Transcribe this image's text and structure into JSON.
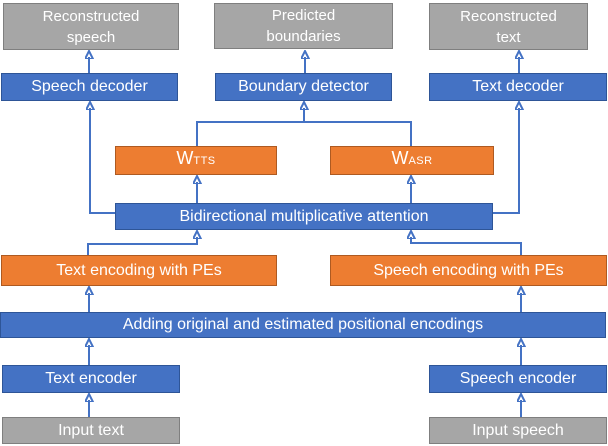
{
  "diagram": {
    "type": "model-architecture-flow-diagram",
    "colors": {
      "block_blue": "#4472C4",
      "block_blue_border": "#2E5597",
      "block_orange": "#ED7D31",
      "block_orange_border": "#AE5A21",
      "block_gray": "#A6A6A6",
      "block_gray_border": "#7F7F7F",
      "connector": "#4472C4",
      "text": "#FFFFFF"
    },
    "nodes": {
      "reconstructed_speech": {
        "line1": "Reconstructed",
        "line2": "speech"
      },
      "predicted_boundaries": {
        "line1": "Predicted",
        "line2": "boundaries"
      },
      "reconstructed_text": {
        "line1": "Reconstructed",
        "line2": "text"
      },
      "speech_decoder": {
        "label": "Speech decoder"
      },
      "boundary_detector": {
        "label": "Boundary detector"
      },
      "text_decoder": {
        "label": "Text decoder"
      },
      "w_tts": {
        "main": "W",
        "sub": "TTS"
      },
      "w_asr": {
        "main": "W",
        "sub": "ASR"
      },
      "attention": {
        "label": "Bidirectional multiplicative attention"
      },
      "text_encoding": {
        "label": "Text encoding with PEs"
      },
      "speech_encoding": {
        "label": "Speech encoding with PEs"
      },
      "adding_pe": {
        "label": "Adding original and estimated positional encodings"
      },
      "text_encoder": {
        "label": "Text encoder"
      },
      "speech_encoder": {
        "label": "Speech encoder"
      },
      "input_text": {
        "label": "Input text"
      },
      "input_speech": {
        "label": "Input speech"
      }
    },
    "edges": [
      "input_text -> text_encoder",
      "text_encoder -> adding_pe",
      "adding_pe -> text_encoding",
      "text_encoding -> attention",
      "attention -> speech_decoder",
      "speech_decoder -> reconstructed_speech",
      "attention -> w_tts",
      "attention -> w_asr",
      "w_tts -> boundary_detector",
      "w_asr -> boundary_detector",
      "boundary_detector -> predicted_boundaries",
      "input_speech -> speech_encoder",
      "speech_encoder -> adding_pe",
      "adding_pe -> speech_encoding",
      "speech_encoding -> attention",
      "attention -> text_decoder",
      "text_decoder -> reconstructed_text"
    ]
  }
}
